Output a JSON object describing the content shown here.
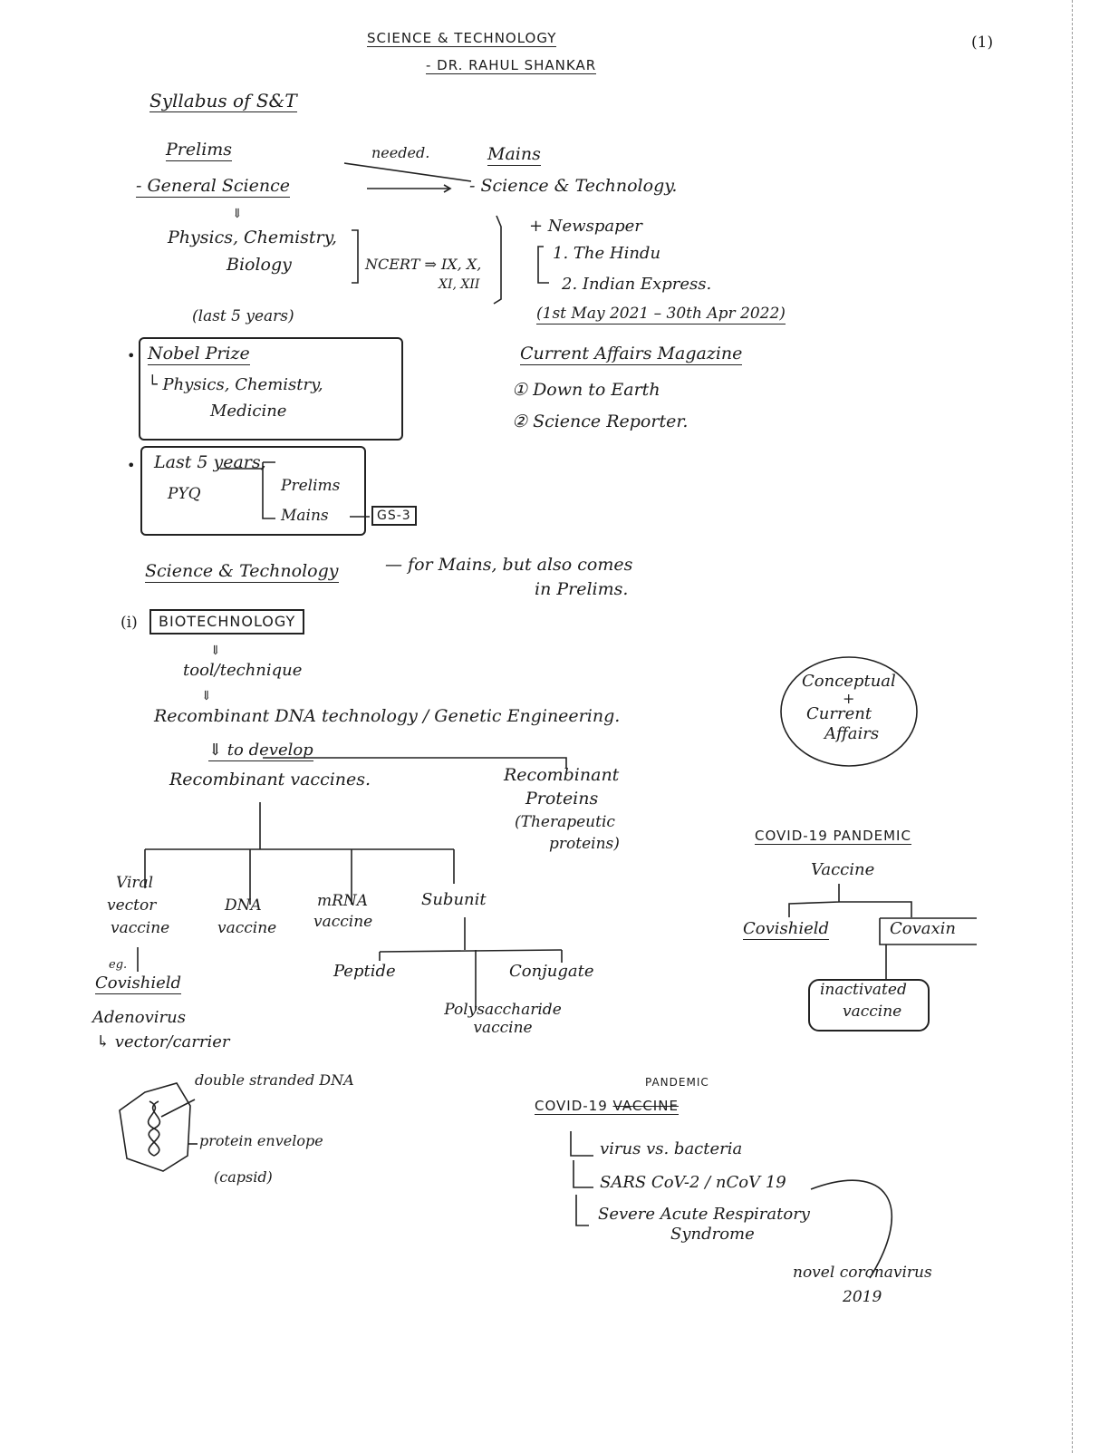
{
  "header": {
    "title": "SCIENCE & TECHNOLOGY",
    "author": "- DR. RAHUL SHANKAR",
    "page_number": "(1)"
  },
  "syllabus": {
    "heading": "Syllabus of S&T",
    "prelims_label": "Prelims",
    "needed_label": "needed.",
    "mains_label": "Mains",
    "general_science": "- General Science",
    "science_tech": "- Science & Technology.",
    "subjects_line1": "Physics, Chemistry,",
    "subjects_line2": "Biology",
    "ncert_line1": "NCERT ⇒ IX, X,",
    "ncert_line2": "XI, XII",
    "newspaper_heading": "+ Newspaper",
    "newspapers": [
      "1. The Hindu",
      "2. Indian Express."
    ],
    "date_range": "(1st May 2021 – 30th Apr 2022)",
    "magazine_heading": "Current Affairs Magazine",
    "magazines": [
      "① Down to Earth",
      "② Science Reporter."
    ]
  },
  "nobel": {
    "note": "(last 5 years)",
    "title": "Nobel Prize",
    "fields_line1": "└ Physics, Chemistry,",
    "fields_line2": "Medicine"
  },
  "pyq": {
    "line1": "Last 5 years,",
    "label": "PYQ",
    "branches": [
      "Prelims",
      "Mains"
    ],
    "gs_tag": "GS-3"
  },
  "st_section": {
    "heading": "Science & Technology",
    "note_line1": "— for Mains, but also comes",
    "note_line2": "in Prelims.",
    "concept_bubble": [
      "Conceptual",
      "+",
      "Current",
      "Affairs"
    ]
  },
  "biotech": {
    "number": "(i)",
    "title": "BIOTECHNOLOGY",
    "arrow": "⇓",
    "tool": "tool/technique",
    "rdna": "Recombinant DNA technology / Genetic Engineering.",
    "to_develop": "⇓ to develop",
    "rec_vaccines": "Recombinant vaccines.",
    "rec_proteins_line1": "Recombinant",
    "rec_proteins_line2": "Proteins",
    "therapeutic_line1": "(Therapeutic",
    "therapeutic_line2": "proteins)",
    "vaccine_types": [
      {
        "line1": "Viral",
        "line2": "vector",
        "line3": "vaccine"
      },
      {
        "line1": "DNA",
        "line2": "vaccine"
      },
      {
        "line1": "mRNA",
        "line2": "vaccine"
      },
      {
        "line1": "Subunit"
      }
    ],
    "viral_example": "Covishield",
    "eg_label": "eg.",
    "adenovirus_line1": "Adenovirus",
    "adenovirus_line2": "↳ vector/carrier",
    "subunit_types": [
      "Peptide",
      "Polysaccharide vaccine",
      "Conjugate"
    ],
    "diagram_labels": [
      "double stranded DNA",
      "protein envelope",
      "(capsid)"
    ]
  },
  "covid_vaccine": {
    "heading": "COVID-19 PANDEMIC",
    "sub": "Vaccine",
    "branches": [
      "Covishield",
      "Covaxin"
    ],
    "covaxin_type_line1": "inactivated",
    "covaxin_type_line2": "vaccine"
  },
  "covid_pandemic": {
    "heading": "COVID-19",
    "struck_word": "VACCINE",
    "inserted_word": "PANDEMIC",
    "points": [
      "virus vs. bacteria",
      "SARS CoV-2 / nCoV 19",
      "Severe Acute Respiratory"
    ],
    "syndrome": "Syndrome",
    "novel_line1": "novel coronavirus",
    "novel_line2": "2019"
  }
}
